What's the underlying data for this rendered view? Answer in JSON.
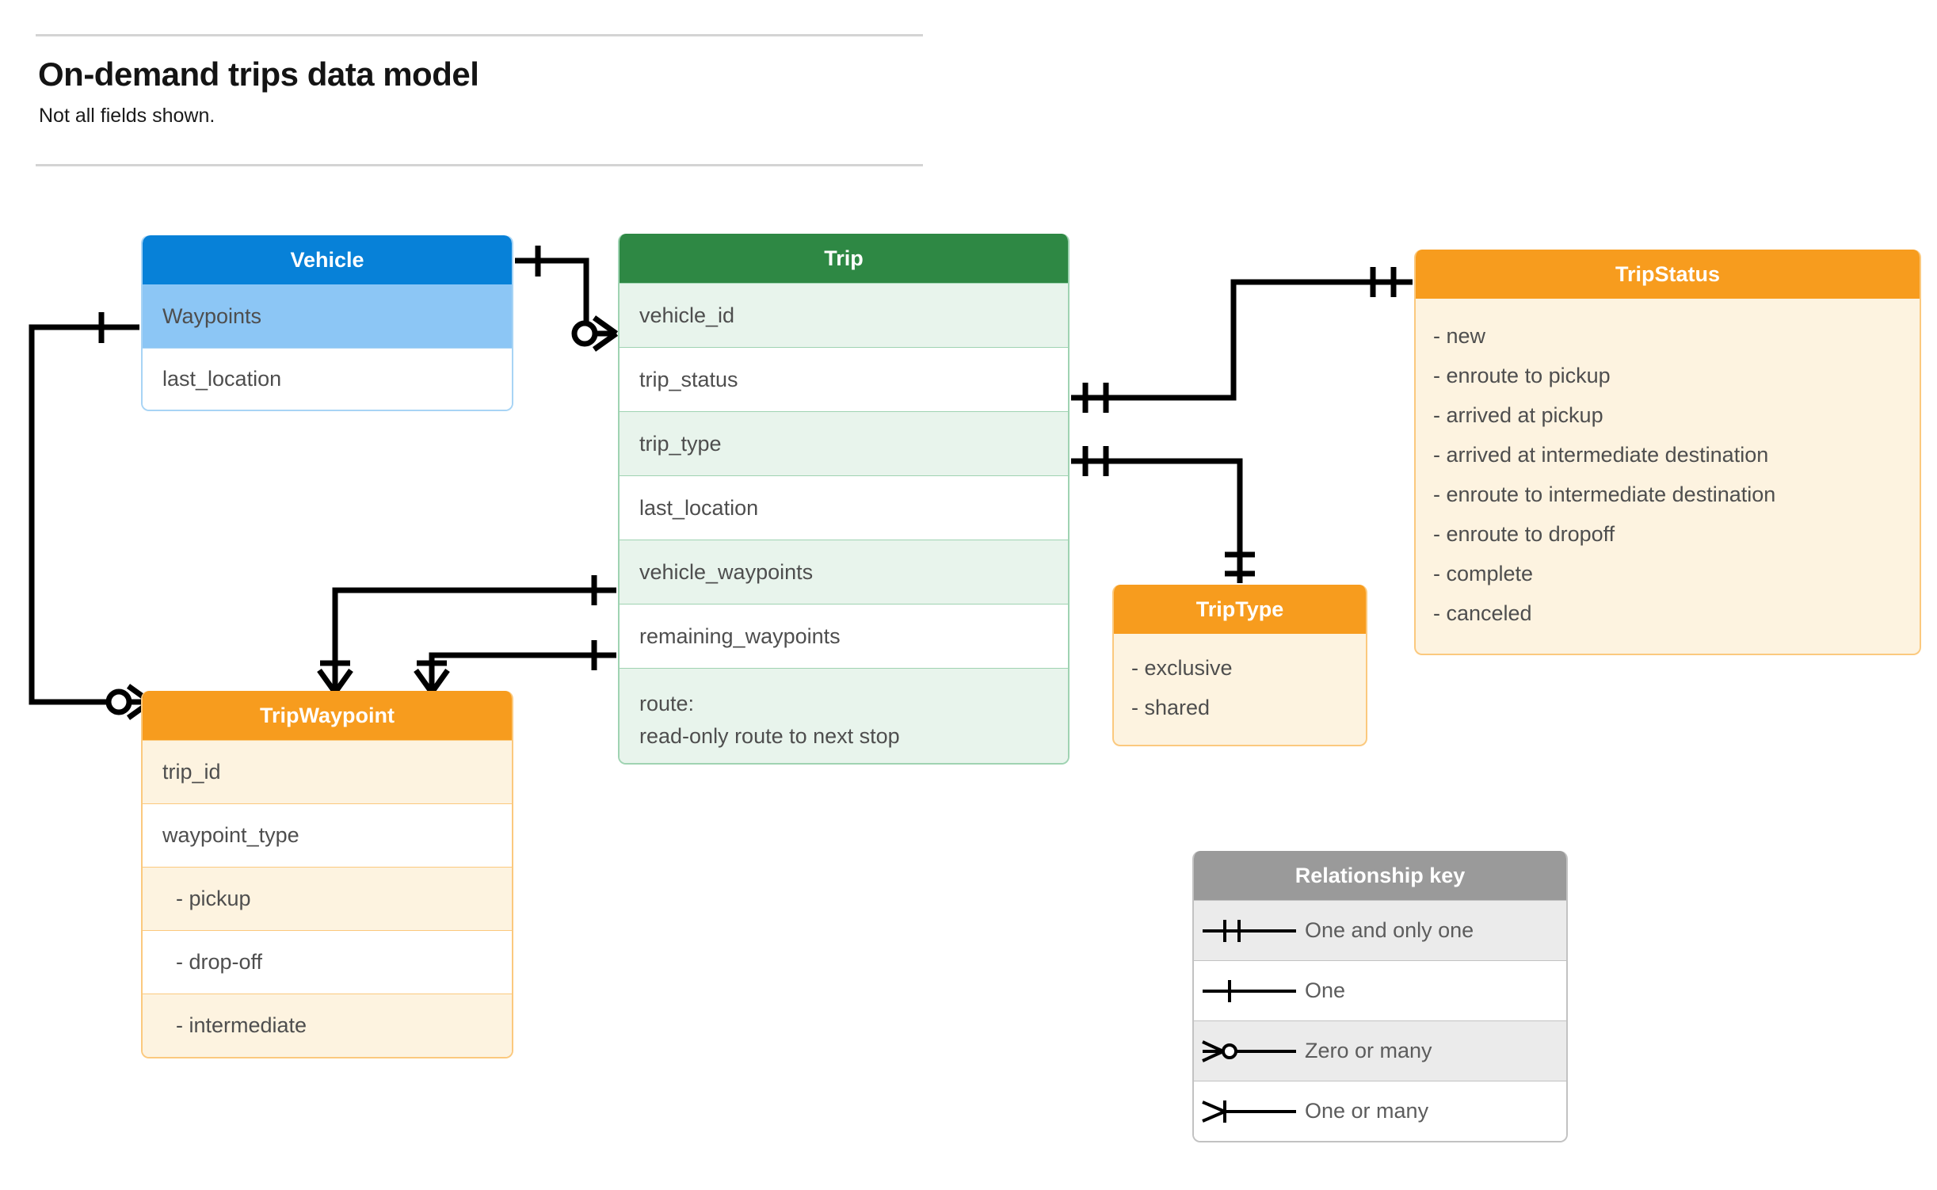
{
  "header": {
    "title": "On-demand trips data model",
    "subtitle": "Not all fields shown."
  },
  "entities": {
    "vehicle": {
      "name": "Vehicle",
      "header_color": "#0781d8",
      "rows": [
        {
          "label": "Waypoints"
        },
        {
          "label": "last_location"
        }
      ]
    },
    "trip": {
      "name": "Trip",
      "header_color": "#2e8844",
      "rows": [
        {
          "label": "vehicle_id"
        },
        {
          "label": "trip_status"
        },
        {
          "label": "trip_type"
        },
        {
          "label": "last_location"
        },
        {
          "label": "vehicle_waypoints"
        },
        {
          "label": "remaining_waypoints"
        },
        {
          "label": "route:",
          "label2": "read-only route to next stop"
        }
      ]
    },
    "trip_status": {
      "name": "TripStatus",
      "header_color": "#f79c1e",
      "values": [
        "- new",
        "- enroute to pickup",
        "- arrived at pickup",
        "- arrived at intermediate destination",
        "- enroute to intermediate destination",
        "- enroute to dropoff",
        "- complete",
        "- canceled"
      ]
    },
    "trip_type": {
      "name": "TripType",
      "header_color": "#f79c1e",
      "values": [
        "- exclusive",
        "- shared"
      ]
    },
    "trip_waypoint": {
      "name": "TripWaypoint",
      "header_color": "#f79c1e",
      "rows": [
        {
          "label": "trip_id"
        },
        {
          "label": "waypoint_type"
        },
        {
          "label": "-  pickup"
        },
        {
          "label": "-  drop-off"
        },
        {
          "label": "-  intermediate"
        }
      ]
    }
  },
  "relationship_key": {
    "title": "Relationship key",
    "items": [
      {
        "symbol": "one-and-only-one",
        "label": "One and only one"
      },
      {
        "symbol": "one",
        "label": "One"
      },
      {
        "symbol": "zero-or-many",
        "label": "Zero or many"
      },
      {
        "symbol": "one-or-many",
        "label": "One or many"
      }
    ]
  },
  "relationships": [
    {
      "from": "Vehicle",
      "from_cardinality": "One",
      "to": "Trip.vehicle_id",
      "to_cardinality": "Zero or many"
    },
    {
      "from": "Vehicle.Waypoints",
      "from_cardinality": "One",
      "to": "TripWaypoint",
      "to_cardinality": "Zero or many"
    },
    {
      "from": "Trip.trip_status",
      "from_cardinality": "One and only one",
      "to": "TripStatus",
      "to_cardinality": "One and only one"
    },
    {
      "from": "Trip.trip_type",
      "from_cardinality": "One and only one",
      "to": "TripType",
      "to_cardinality": "One and only one"
    },
    {
      "from": "Trip.vehicle_waypoints",
      "from_cardinality": "One",
      "to": "TripWaypoint",
      "to_cardinality": "One or many"
    },
    {
      "from": "Trip.remaining_waypoints",
      "from_cardinality": "One",
      "to": "TripWaypoint",
      "to_cardinality": "One or many"
    }
  ]
}
